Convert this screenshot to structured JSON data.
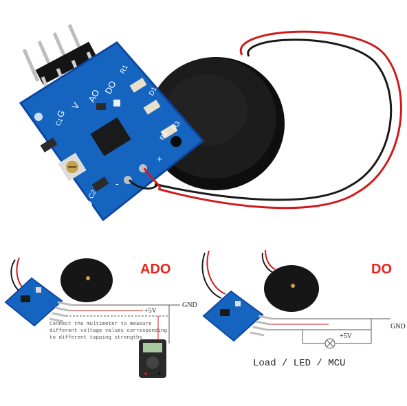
{
  "board": {
    "pin_labels": [
      "G",
      "V",
      "AO",
      "DO"
    ],
    "component_labels": [
      "R1",
      "D1",
      "R2",
      "R3",
      "C1",
      "C2",
      "+",
      "-"
    ]
  },
  "panel_left": {
    "title": "ADO",
    "gnd_label": "GND",
    "vcc_label": "+5V",
    "note_lines": [
      "Connect the multimeter to measure",
      "different voltage values corresponding",
      "to different tapping strengths"
    ]
  },
  "panel_right": {
    "title": "DO",
    "gnd_label": "GND",
    "vcc_label": "+5V",
    "load_label": "Load / LED / MCU"
  },
  "colors": {
    "pcb_blue": "#1565c0",
    "pcb_edge": "#0d47a1",
    "piezo_black": "#151515",
    "wire_red": "#d21919",
    "title_red": "#e8231a"
  }
}
